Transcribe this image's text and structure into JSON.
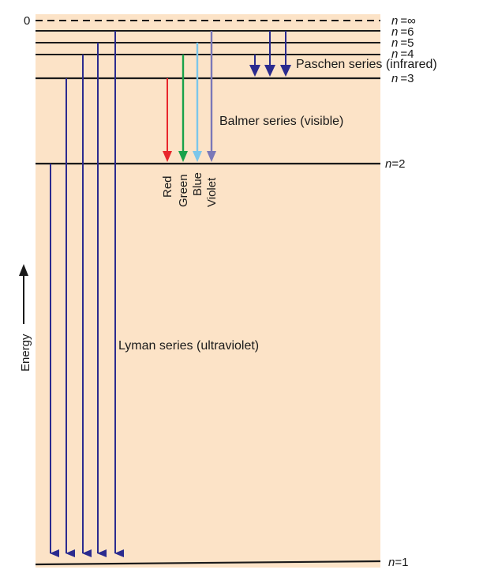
{
  "colors": {
    "background_panel": "#fce3c7",
    "level_line": "#1a1a1a",
    "lyman_arrow": "#2b2b8f",
    "paschen_arrow": "#2b2b8f",
    "balmer_red": "#e8262b",
    "balmer_green": "#1aa24a",
    "balmer_blue": "#7cc6ea",
    "balmer_violet": "#7a78b8"
  },
  "axis": {
    "zero_label": "0",
    "energy_label": "Energy"
  },
  "levels": [
    {
      "id": "inf",
      "n_prefix": "n",
      "value": "=∞"
    },
    {
      "id": "6",
      "n_prefix": "n",
      "value": "=6"
    },
    {
      "id": "5",
      "n_prefix": "n",
      "value": "=5"
    },
    {
      "id": "4",
      "n_prefix": "n",
      "value": "=4"
    },
    {
      "id": "3",
      "n_prefix": "n",
      "value": "=3"
    },
    {
      "id": "2",
      "n_prefix": "n",
      "value": "=2"
    },
    {
      "id": "1",
      "n_prefix": "n",
      "value": "=1"
    }
  ],
  "series": {
    "paschen": "Paschen series (infrared)",
    "balmer": "Balmer series (visible)",
    "lyman": "Lyman series (ultraviolet)"
  },
  "balmer_colors": [
    "Red",
    "Green",
    "Blue",
    "Violet"
  ]
}
